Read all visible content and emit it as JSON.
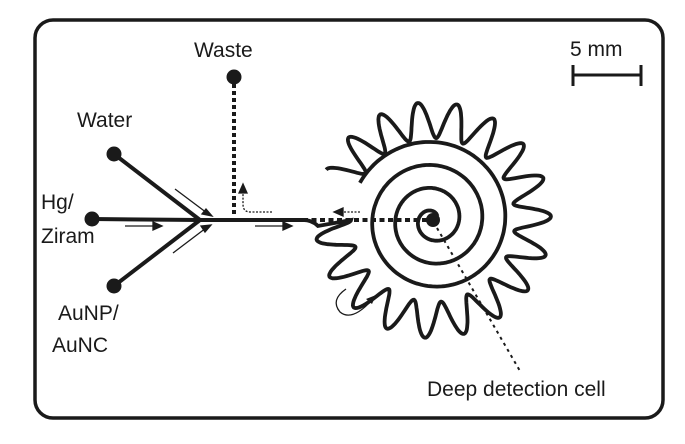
{
  "diagram": {
    "type": "microfluidic-chip-layout",
    "colors": {
      "line": "#1a1a1a",
      "background": "#ffffff"
    },
    "inlets": [
      {
        "id": "water",
        "label": "Water"
      },
      {
        "id": "hg-ziram",
        "label_line1": "Hg/",
        "label_line2": "Ziram"
      },
      {
        "id": "aunp-aunc",
        "label_line1": "AuNP/",
        "label_line2": "AuNC"
      }
    ],
    "outlet": {
      "id": "waste",
      "label": "Waste"
    },
    "scale_bar": {
      "label": "5 mm"
    },
    "detection_cell": {
      "label": "Deep detection cell"
    },
    "features": [
      "Y-junction mixing inlets",
      "serpentine mixing channel around spiral",
      "spiral channel ending at detection cell",
      "dashed return path to waste outlet",
      "flow direction arrows"
    ]
  }
}
